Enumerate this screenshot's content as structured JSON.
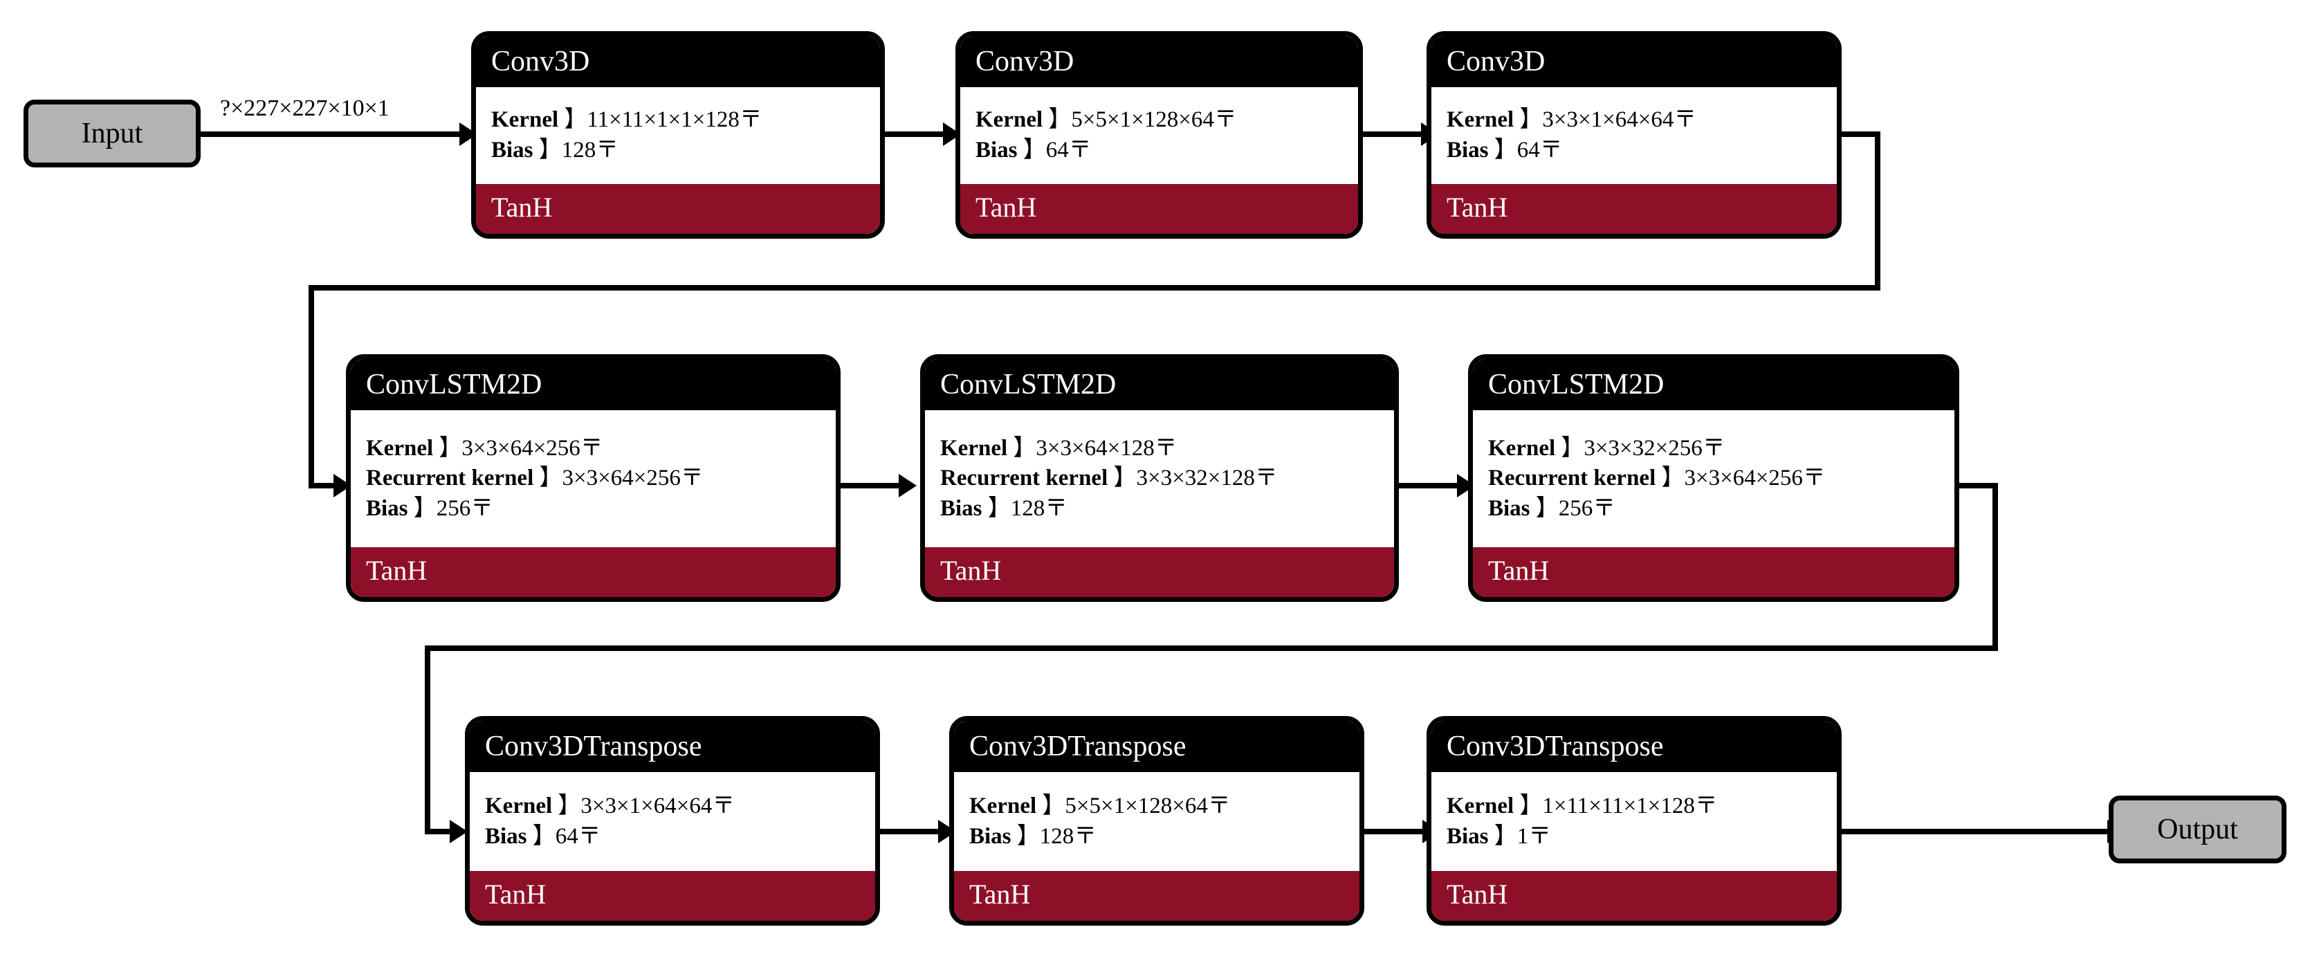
{
  "diagram": {
    "title": "Conv3D / ConvLSTM2D / Conv3DTranspose autoencoder architecture",
    "colors": {
      "header_bg": "#000000",
      "body_bg": "#ffffff",
      "activation_bg": "#8e1028",
      "terminal_bg": "#b3b3b3",
      "edge": "#000000"
    }
  },
  "terminals": {
    "input": {
      "label": "Input"
    },
    "output": {
      "label": "Output"
    }
  },
  "edges": {
    "input_to_first": {
      "label": "?×227×227×10×1"
    }
  },
  "rows": [
    {
      "id": "encoder-conv3d",
      "blocks": [
        {
          "title": "Conv3D",
          "activation": "TanH",
          "params": [
            {
              "label": "Kernel",
              "shape": "】11×11×1×1×128〒"
            },
            {
              "label": "Bias",
              "shape": "】128〒"
            }
          ]
        },
        {
          "title": "Conv3D",
          "activation": "TanH",
          "params": [
            {
              "label": "Kernel",
              "shape": "】5×5×1×128×64〒"
            },
            {
              "label": "Bias",
              "shape": "】64〒"
            }
          ]
        },
        {
          "title": "Conv3D",
          "activation": "TanH",
          "params": [
            {
              "label": "Kernel",
              "shape": "】3×3×1×64×64〒"
            },
            {
              "label": "Bias",
              "shape": "】64〒"
            }
          ]
        }
      ]
    },
    {
      "id": "bottleneck-convlstm2d",
      "blocks": [
        {
          "title": "ConvLSTM2D",
          "activation": "TanH",
          "params": [
            {
              "label": "Kernel",
              "shape": "】3×3×64×256〒"
            },
            {
              "label": "Recurrent kernel",
              "shape": "】3×3×64×256〒"
            },
            {
              "label": "Bias",
              "shape": "】256〒"
            }
          ]
        },
        {
          "title": "ConvLSTM2D",
          "activation": "TanH",
          "params": [
            {
              "label": "Kernel",
              "shape": "】3×3×64×128〒"
            },
            {
              "label": "Recurrent kernel",
              "shape": "】3×3×32×128〒"
            },
            {
              "label": "Bias",
              "shape": "】128〒"
            }
          ]
        },
        {
          "title": "ConvLSTM2D",
          "activation": "TanH",
          "params": [
            {
              "label": "Kernel",
              "shape": "】3×3×32×256〒"
            },
            {
              "label": "Recurrent kernel",
              "shape": "】3×3×64×256〒"
            },
            {
              "label": "Bias",
              "shape": "】256〒"
            }
          ]
        }
      ]
    },
    {
      "id": "decoder-conv3dtranspose",
      "blocks": [
        {
          "title": "Conv3DTranspose",
          "activation": "TanH",
          "params": [
            {
              "label": "Kernel",
              "shape": "】3×3×1×64×64〒"
            },
            {
              "label": "Bias",
              "shape": "】64〒"
            }
          ]
        },
        {
          "title": "Conv3DTranspose",
          "activation": "TanH",
          "params": [
            {
              "label": "Kernel",
              "shape": "】5×5×1×128×64〒"
            },
            {
              "label": "Bias",
              "shape": "】128〒"
            }
          ]
        },
        {
          "title": "Conv3DTranspose",
          "activation": "TanH",
          "params": [
            {
              "label": "Kernel",
              "shape": "】1×11×11×1×128〒"
            },
            {
              "label": "Bias",
              "shape": "】1〒"
            }
          ]
        }
      ]
    }
  ]
}
